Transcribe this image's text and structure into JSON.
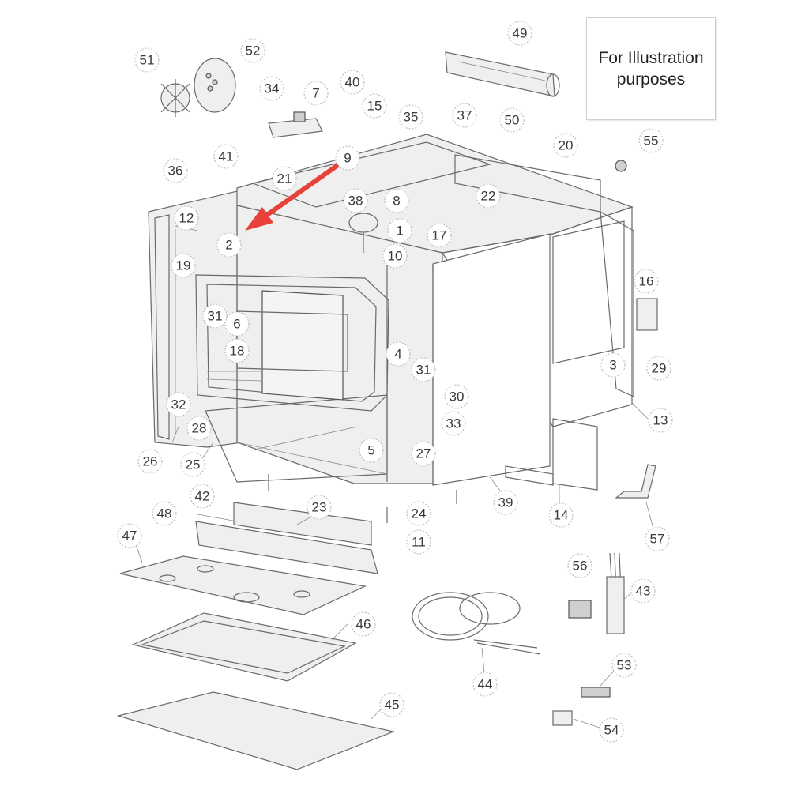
{
  "note": {
    "text": "For Illustration purposes"
  },
  "callouts": [
    "1",
    "2",
    "3",
    "4",
    "5",
    "6",
    "7",
    "8",
    "9",
    "10",
    "11",
    "12",
    "13",
    "14",
    "15",
    "16",
    "17",
    "18",
    "19",
    "20",
    "21",
    "22",
    "23",
    "24",
    "25",
    "26",
    "27",
    "28",
    "29",
    "30",
    "31",
    "31",
    "32",
    "33",
    "34",
    "35",
    "36",
    "37",
    "38",
    "39",
    "40",
    "41",
    "42",
    "43",
    "44",
    "45",
    "46",
    "47",
    "48",
    "49",
    "50",
    "51",
    "52",
    "53",
    "54",
    "55",
    "56",
    "57"
  ],
  "colors": {
    "arrow": "#e8413a",
    "line": "#6a6a6a",
    "bubble": "#b5b5b5"
  }
}
